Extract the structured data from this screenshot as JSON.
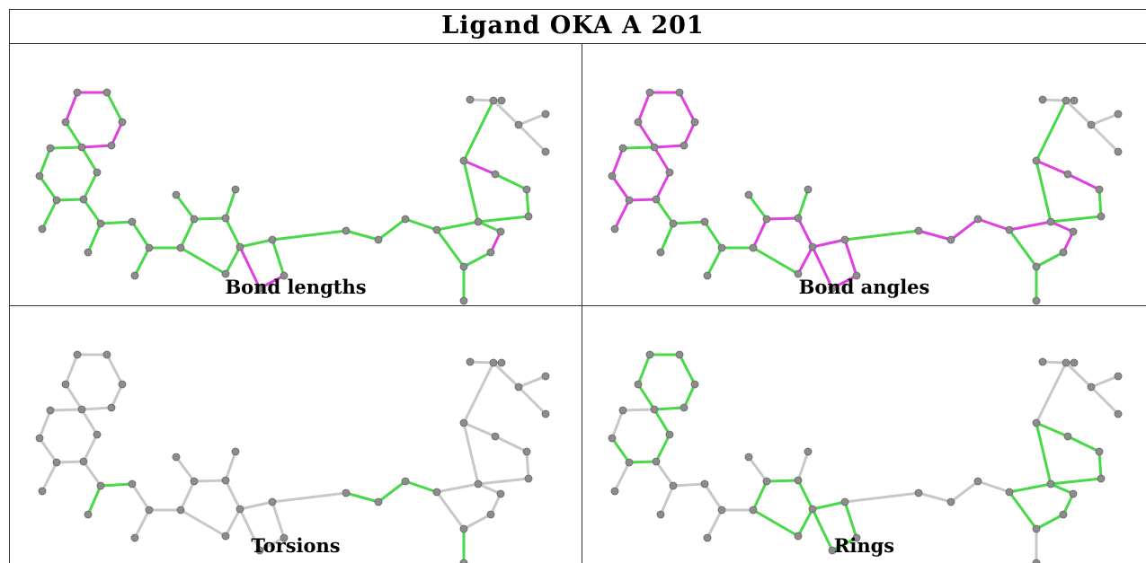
{
  "title": "Ligand OKA A 201",
  "colors": {
    "gray": "#c8c8c8",
    "green": "#48d848",
    "magenta": "#e040e0",
    "atom": "#8c8c8c"
  },
  "panels": [
    {
      "caption": "Bond lengths",
      "magenta": [
        [
          1,
          2
        ],
        [
          2,
          3
        ],
        [
          0,
          5
        ],
        [
          4,
          5
        ],
        [
          11,
          15
        ],
        [
          22,
          23
        ],
        [
          23,
          19
        ],
        [
          32,
          33
        ],
        [
          30,
          35
        ],
        [
          35,
          36
        ]
      ],
      "gray": [
        [
          34,
          40
        ],
        [
          40,
          41
        ],
        [
          40,
          42
        ],
        [
          40,
          43
        ],
        [
          43,
          44
        ],
        [
          43,
          45
        ],
        [
          32,
          36
        ]
      ]
    },
    {
      "caption": "Bond angles",
      "magenta": [
        [
          0,
          1
        ],
        [
          0,
          5
        ],
        [
          1,
          2
        ],
        [
          2,
          3
        ],
        [
          3,
          4
        ],
        [
          4,
          5
        ],
        [
          1,
          6
        ],
        [
          5,
          6
        ],
        [
          6,
          7
        ],
        [
          7,
          8
        ],
        [
          8,
          9
        ],
        [
          9,
          10
        ],
        [
          8,
          11
        ],
        [
          9,
          15
        ],
        [
          16,
          17
        ],
        [
          17,
          18
        ],
        [
          18,
          19
        ],
        [
          19,
          20
        ],
        [
          19,
          21
        ],
        [
          21,
          22
        ],
        [
          22,
          23
        ],
        [
          19,
          23
        ],
        [
          27,
          28
        ],
        [
          28,
          29
        ],
        [
          29,
          30
        ],
        [
          30,
          31
        ],
        [
          31,
          32
        ],
        [
          32,
          33
        ],
        [
          33,
          30
        ],
        [
          30,
          35
        ],
        [
          32,
          38
        ],
        [
          35,
          36
        ],
        [
          36,
          37
        ],
        [
          37,
          34
        ]
      ],
      "gray": [
        [
          40,
          41
        ],
        [
          40,
          42
        ],
        [
          40,
          43
        ],
        [
          43,
          44
        ],
        [
          43,
          45
        ]
      ]
    },
    {
      "caption": "Torsions",
      "green": [
        [
          14,
          12
        ],
        [
          12,
          13
        ],
        [
          13,
          24
        ],
        [
          24,
          16
        ],
        [
          27,
          28
        ],
        [
          28,
          29
        ],
        [
          29,
          30
        ],
        [
          39,
          34
        ],
        [
          34,
          40
        ],
        [
          10,
          11
        ]
      ]
    },
    {
      "caption": "Rings",
      "green": [
        [
          0,
          1
        ],
        [
          1,
          2
        ],
        [
          2,
          3
        ],
        [
          3,
          4
        ],
        [
          4,
          5
        ],
        [
          5,
          0
        ],
        [
          1,
          6
        ],
        [
          6,
          7
        ],
        [
          7,
          8
        ],
        [
          8,
          9
        ],
        [
          9,
          1
        ],
        [
          16,
          17
        ],
        [
          17,
          18
        ],
        [
          18,
          19
        ],
        [
          19,
          20
        ],
        [
          20,
          16
        ],
        [
          19,
          21
        ],
        [
          21,
          22
        ],
        [
          22,
          23
        ],
        [
          23,
          19
        ],
        [
          30,
          31
        ],
        [
          31,
          32
        ],
        [
          32,
          33
        ],
        [
          33,
          34
        ],
        [
          34,
          30
        ],
        [
          31,
          35
        ],
        [
          35,
          36
        ],
        [
          36,
          37
        ],
        [
          37,
          38
        ],
        [
          38,
          31
        ]
      ],
      "gray": [
        [
          6,
          13
        ]
      ]
    }
  ]
}
